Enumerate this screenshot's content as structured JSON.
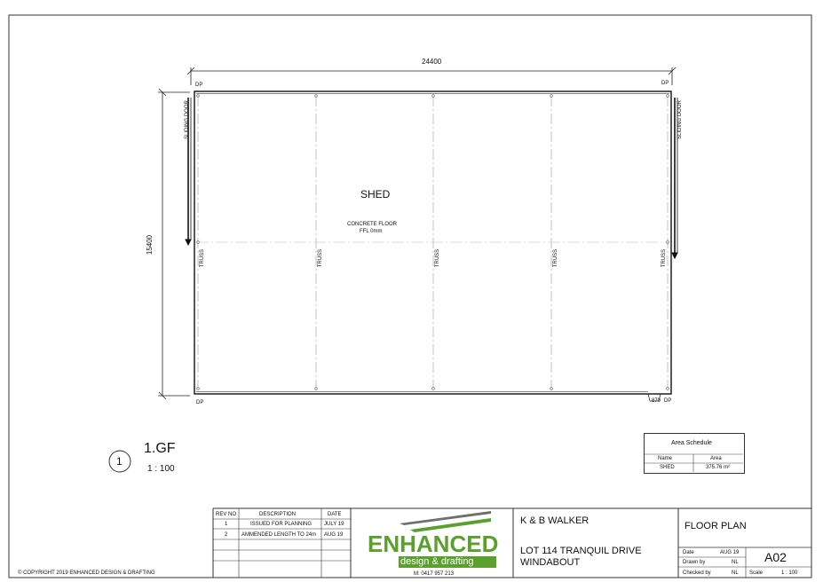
{
  "drawing": {
    "overall_width_dim": "24400",
    "overall_depth_dim": "15400",
    "room_name": "SHED",
    "floor_note_line1": "CONCRETE FLOOR",
    "floor_note_line2": "FFL 0mm",
    "door_left": "SLIDING DOOR",
    "door_right": "SLIDING DOOR",
    "truss_label": "TRUSS",
    "dp_label": "DP",
    "offset_dim": "870"
  },
  "view_marker": {
    "number": "1",
    "name": "1.GF",
    "scale": "1 : 100"
  },
  "area_schedule": {
    "title": "Area Schedule",
    "headers": [
      "Name",
      "Area"
    ],
    "rows": [
      {
        "name": "SHED",
        "area": "375.76 m²"
      }
    ]
  },
  "revisions": {
    "headers": [
      "REV NO",
      "DESCRIPTION",
      "DATE"
    ],
    "rows": [
      {
        "rev": "1",
        "desc": "ISSUED FOR PLANNING",
        "date": "JULY 19"
      },
      {
        "rev": "2",
        "desc": "AMMENDED LENGTH TO 24m",
        "date": "AUG 19"
      }
    ]
  },
  "company": {
    "name": "ENHANCED",
    "tagline": "design & drafting",
    "phone": "M: 0417 957 213",
    "copyright": "© COPYRIGHT 2019 ENHANCED DESIGN & DRAFTING",
    "brand_green": "#5aa02c",
    "brand_grey": "#6f6f6f"
  },
  "project": {
    "client": "K & B WALKER",
    "address_line1": "LOT 114 TRANQUIL DRIVE",
    "address_line2": "WINDABOUT"
  },
  "sheet": {
    "title": "FLOOR PLAN",
    "date_label": "Date",
    "date_value": "AUG 19",
    "drawn_label": "Drawn by",
    "drawn_value": "NL",
    "checked_label": "Checked by",
    "checked_value": "NL",
    "scale_label": "Scale",
    "scale_value": "1 : 100",
    "number": "A02"
  }
}
